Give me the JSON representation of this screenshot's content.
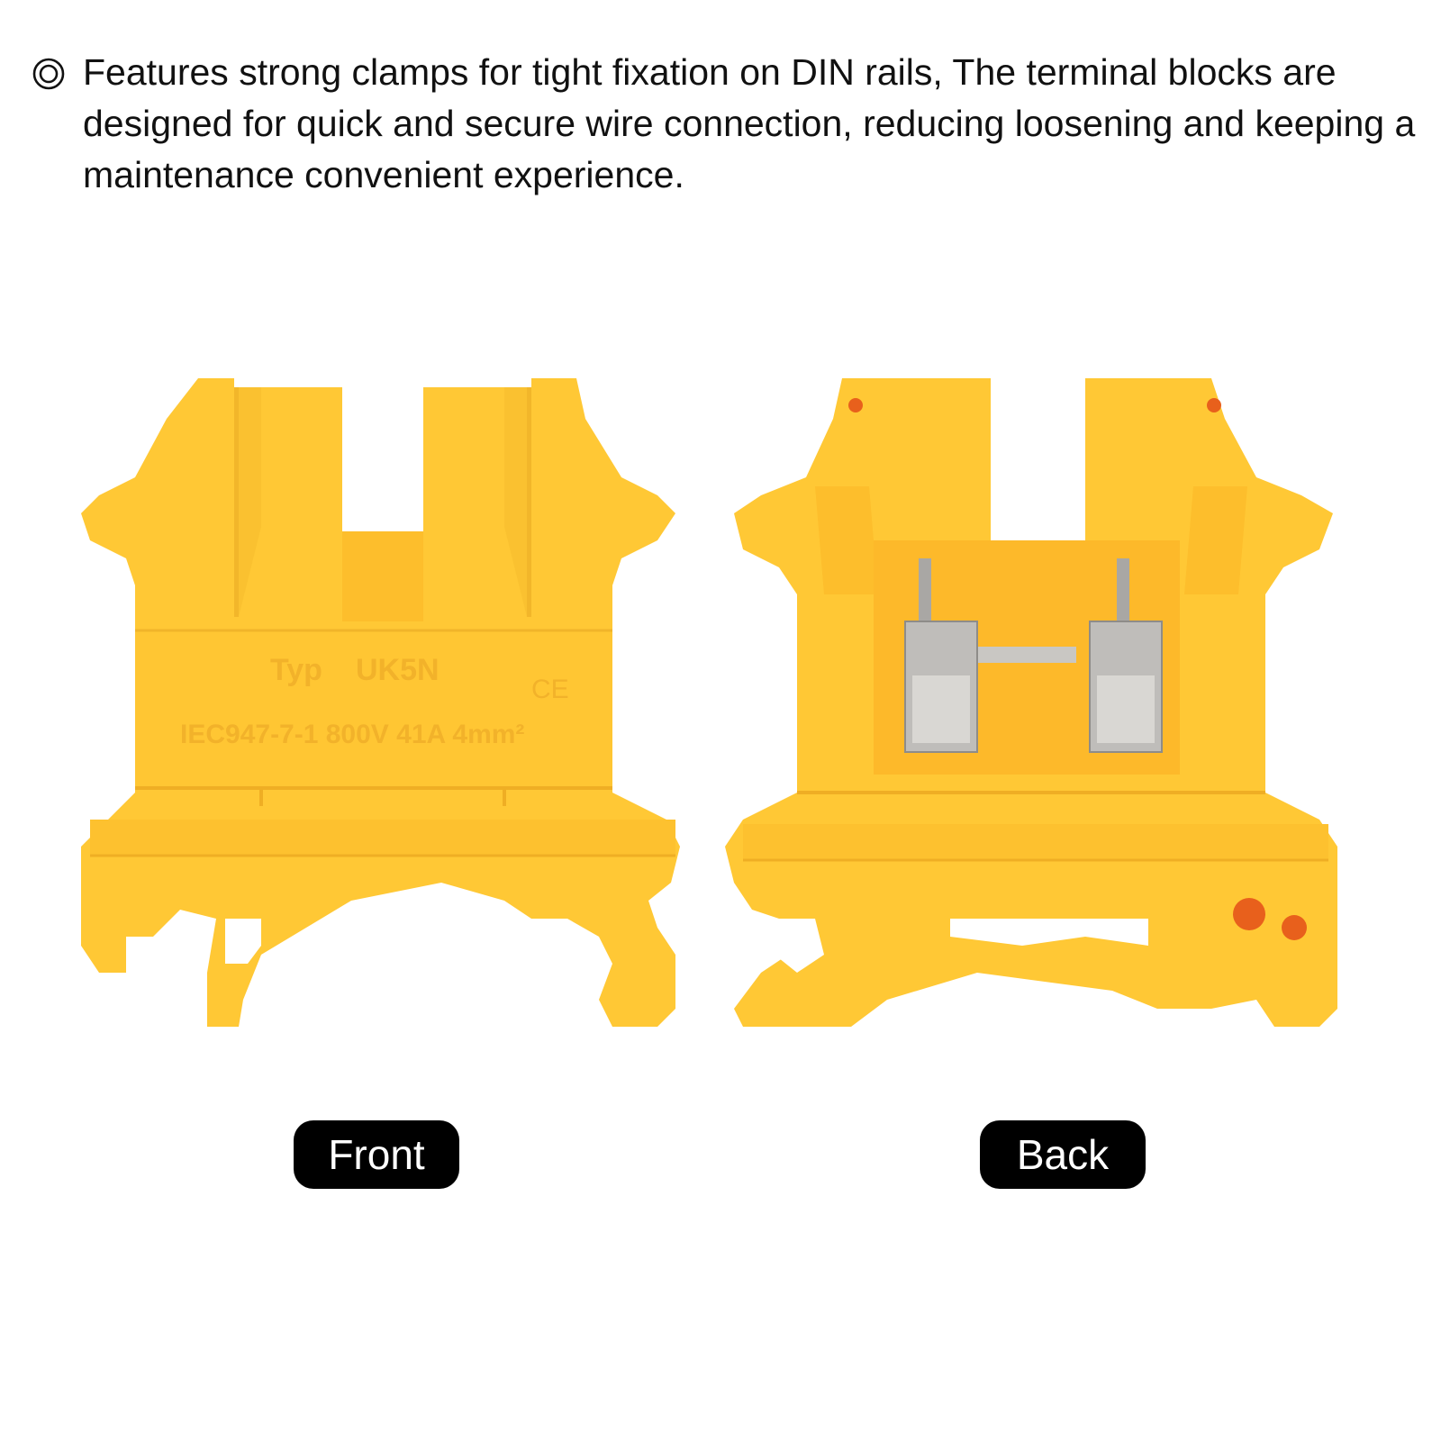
{
  "feature": {
    "bullet_icon": "double-circle-icon",
    "text": "Features strong clamps for tight fixation on DIN rails, The terminal blocks are designed for quick and secure wire connection, reducing loosening and keeping a maintenance convenient experience."
  },
  "front": {
    "label": "Front",
    "marking_type": "Typ",
    "marking_model": "UK5N",
    "marking_ce": "CE",
    "marking_spec": "IEC947-7-1  800V  41A  4mm²"
  },
  "back": {
    "label": "Back"
  },
  "colors": {
    "block_yellow": "#FFC835",
    "block_shadow": "#F2B62A",
    "metal": "#BFBDBA",
    "label_bg": "#000000",
    "label_text": "#FFFFFF"
  }
}
